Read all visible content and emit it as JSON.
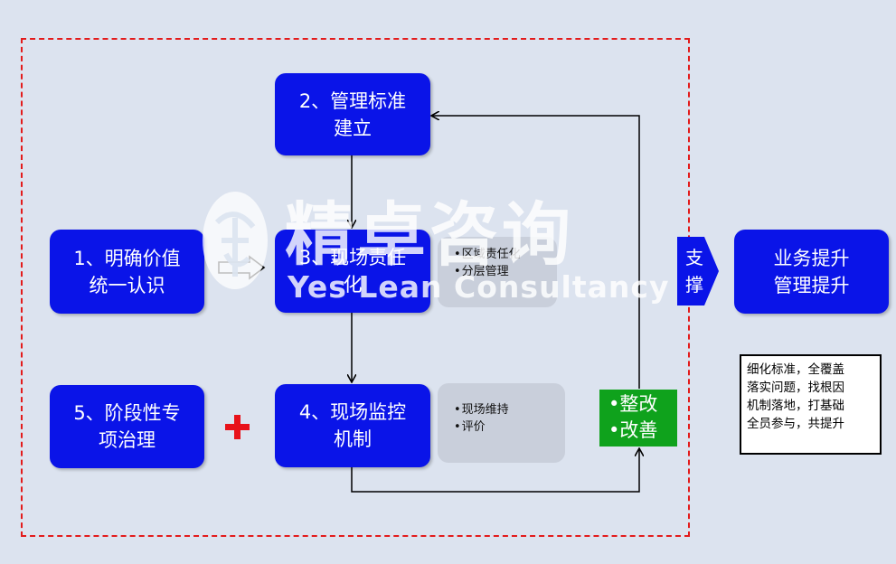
{
  "boxes": {
    "b1": "1、明确价值\n统一认识",
    "b2": "2、管理标准\n建立",
    "b3": "3、现场责任\n化",
    "b4": "4、现场监控\n机制",
    "b5": "5、阶段性专\n项治理",
    "result": "业务提升\n管理提升"
  },
  "notes": {
    "n3": [
      "区域责任化",
      "分层管理"
    ],
    "n4": [
      "现场维持",
      "评价"
    ]
  },
  "improve": [
    "整改",
    "改善"
  ],
  "support": "支\n撑",
  "description": "细化标准，全覆盖\n落实问题，找根因\n机制落地，打基础\n全员参与，共提升",
  "watermark": {
    "cn": "精卓咨询",
    "en": "Yes Lean Consultancy"
  },
  "colors": {
    "box": "#0a14e8",
    "frame": "#e31b1b",
    "improve": "#0fa21c",
    "background": "#dce3ef"
  }
}
